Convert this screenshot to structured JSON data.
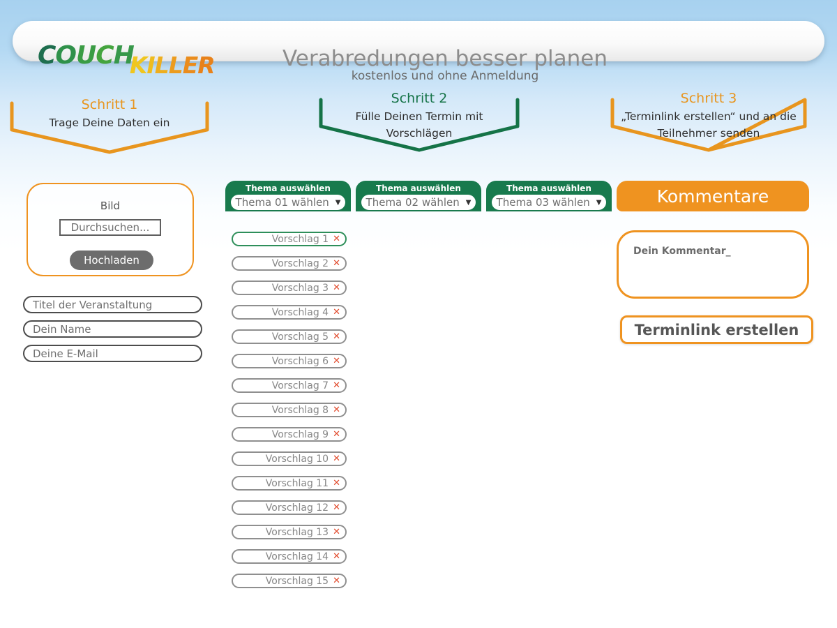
{
  "logo": {
    "couch": [
      {
        "ch": "C",
        "color": "#1e6e4e"
      },
      {
        "ch": "O",
        "color": "#2f914a"
      },
      {
        "ch": "U",
        "color": "#3a9c44"
      },
      {
        "ch": "C",
        "color": "#44a43e"
      },
      {
        "ch": "H",
        "color": "#37984a"
      }
    ],
    "killer": [
      {
        "ch": "K",
        "color": "#f0c61e"
      },
      {
        "ch": "I",
        "color": "#efbc1e"
      },
      {
        "ch": "L",
        "color": "#eeae1e"
      },
      {
        "ch": "L",
        "color": "#ec9c1e"
      },
      {
        "ch": "E",
        "color": "#ea8c1c"
      },
      {
        "ch": "R",
        "color": "#e8821a"
      }
    ]
  },
  "header": {
    "title": "Verabredungen besser planen",
    "subtitle": "kostenlos und ohne Anmeldung"
  },
  "steps": [
    {
      "title": "Schritt 1",
      "color": "#e8951e",
      "lines": [
        "Trage Deine Daten ein"
      ]
    },
    {
      "title": "Schritt 2",
      "color": "#157347",
      "lines": [
        "Fülle Deinen Termin mit",
        "Vorschlägen"
      ]
    },
    {
      "title": "Schritt 3",
      "color": "#e8951e",
      "lines": [
        "„Terminlink erstellen“ und an die",
        "Teilnehmer senden"
      ]
    }
  ],
  "upload": {
    "label": "Bild",
    "browse": "Durchsuchen...",
    "submit": "Hochladen"
  },
  "fields": [
    {
      "placeholder": "Titel der Veranstaltung"
    },
    {
      "placeholder": "Dein Name"
    },
    {
      "placeholder": "Deine E-Mail"
    }
  ],
  "themes": [
    {
      "caption": "Thema auswählen",
      "value": "Thema 01 wählen"
    },
    {
      "caption": "Thema auswählen",
      "value": "Thema 02 wählen"
    },
    {
      "caption": "Thema auswählen",
      "value": "Thema 03 wählen"
    }
  ],
  "proposals": [
    {
      "label": "Vorschlag 1"
    },
    {
      "label": "Vorschlag 2"
    },
    {
      "label": "Vorschlag 3"
    },
    {
      "label": "Vorschlag 4"
    },
    {
      "label": "Vorschlag 5"
    },
    {
      "label": "Vorschlag 6"
    },
    {
      "label": "Vorschlag 7"
    },
    {
      "label": "Vorschlag 8"
    },
    {
      "label": "Vorschlag 9"
    },
    {
      "label": "Vorschlag 10"
    },
    {
      "label": "Vorschlag 11"
    },
    {
      "label": "Vorschlag 12"
    },
    {
      "label": "Vorschlag 13"
    },
    {
      "label": "Vorschlag 14"
    },
    {
      "label": "Vorschlag 15"
    }
  ],
  "comments": {
    "title": "Kommentare",
    "placeholder": "Dein Kommentar_",
    "cta": "Terminlink erstellen"
  },
  "icons": {
    "dropdown": "▼",
    "delete": "✕"
  },
  "colors": {
    "orange": "#ef9320",
    "green": "#187a4d",
    "selected_green": "#2e8f5a",
    "delete_red": "#e1492b",
    "sky": "#a7d1ef"
  }
}
